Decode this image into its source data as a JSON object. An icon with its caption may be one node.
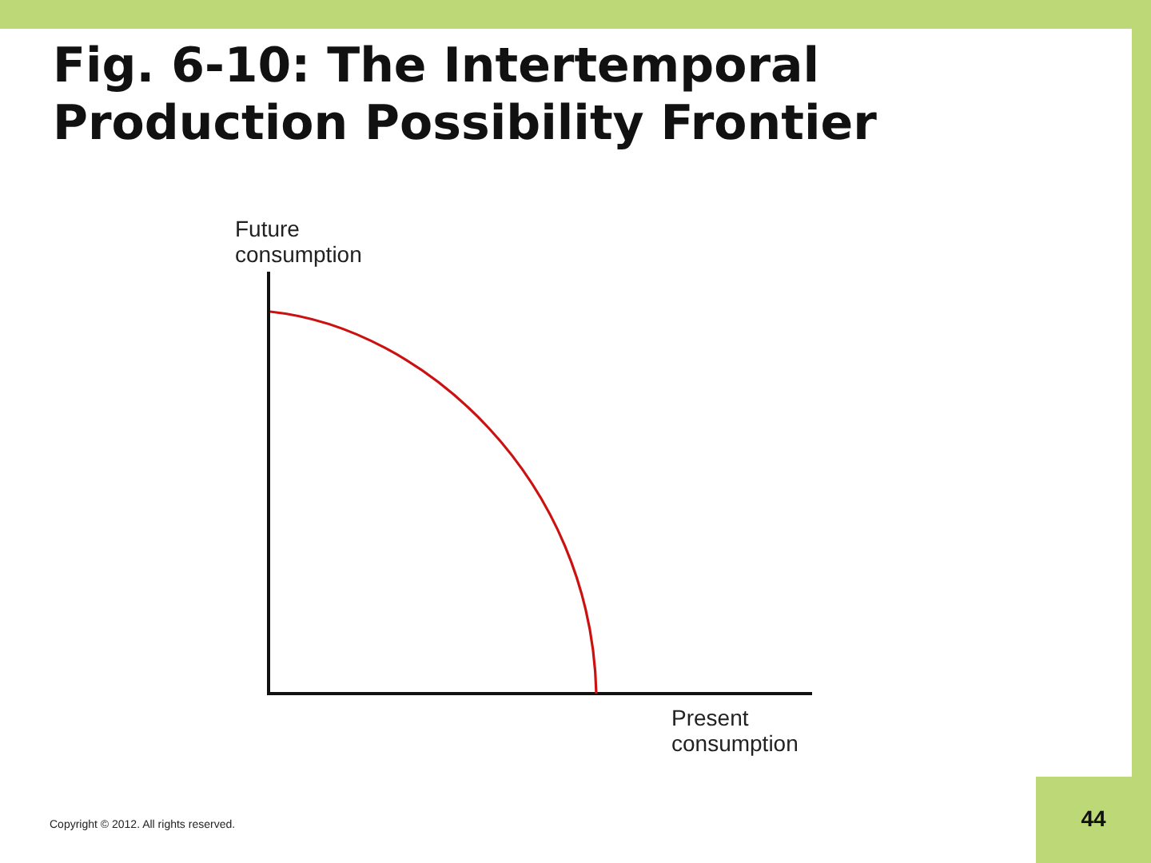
{
  "diagram": {
    "title": "Fig. 6-10: The Intertemporal Production Possibility Frontier",
    "labels": [
      "Future consumption",
      "Present consumption",
      "Copyright © 2012. All rights reserved.",
      "44"
    ]
  }
}
